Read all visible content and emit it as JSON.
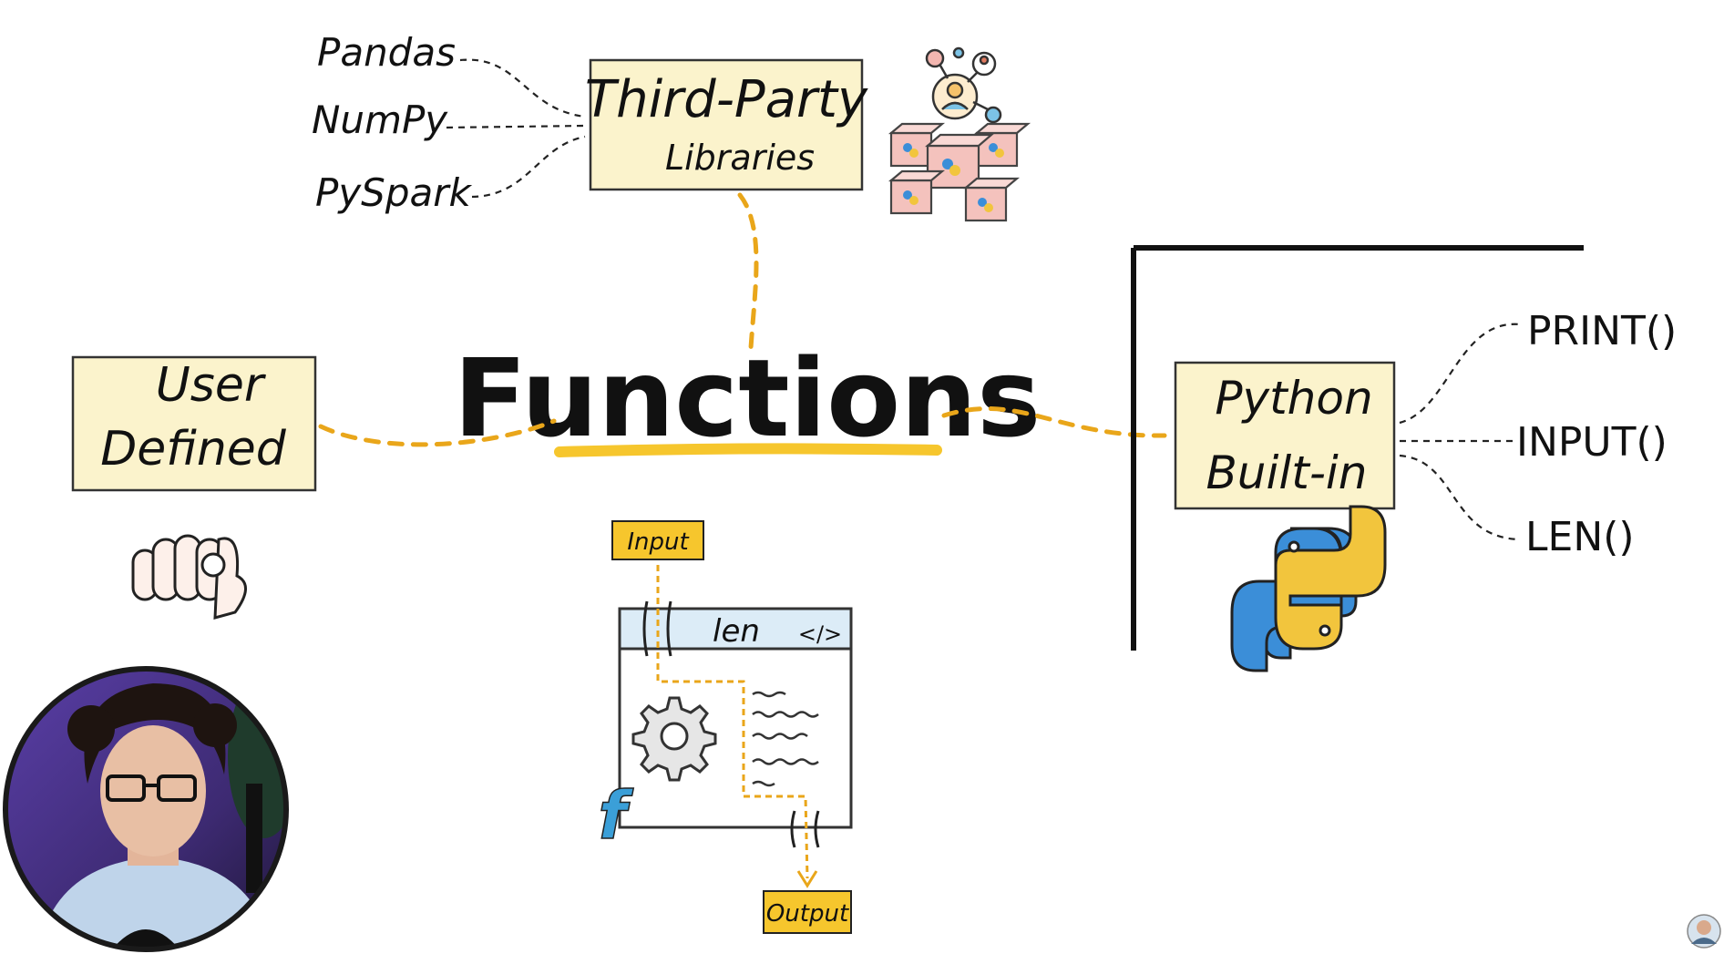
{
  "title": "Functions",
  "categories": {
    "third_party": {
      "line1": "Third-Party",
      "line2": "Libraries"
    },
    "user_defined": {
      "line1": "User",
      "line2": "Defined"
    },
    "builtin": {
      "line1": "Python",
      "line2": "Built-in"
    }
  },
  "libraries": [
    "Pandas",
    "NumPy",
    "PySpark"
  ],
  "builtin_functions": [
    "PRINT()",
    "INPUT()",
    "LEN()"
  ],
  "function_box": {
    "input_label": "Input",
    "output_label": "Output",
    "name": "len",
    "code_icon": "</>",
    "f_symbol": "f"
  },
  "icons": [
    "people-network-icon",
    "packages-icon",
    "pointing-fist-icon",
    "python-logo-icon",
    "gear-icon"
  ],
  "colors": {
    "accent_gold": "#e9a61a",
    "box_fill": "#fbf3cc",
    "tag_fill": "#f6c62d",
    "python_blue": "#3b8ed8",
    "python_yellow": "#f2c53d"
  }
}
